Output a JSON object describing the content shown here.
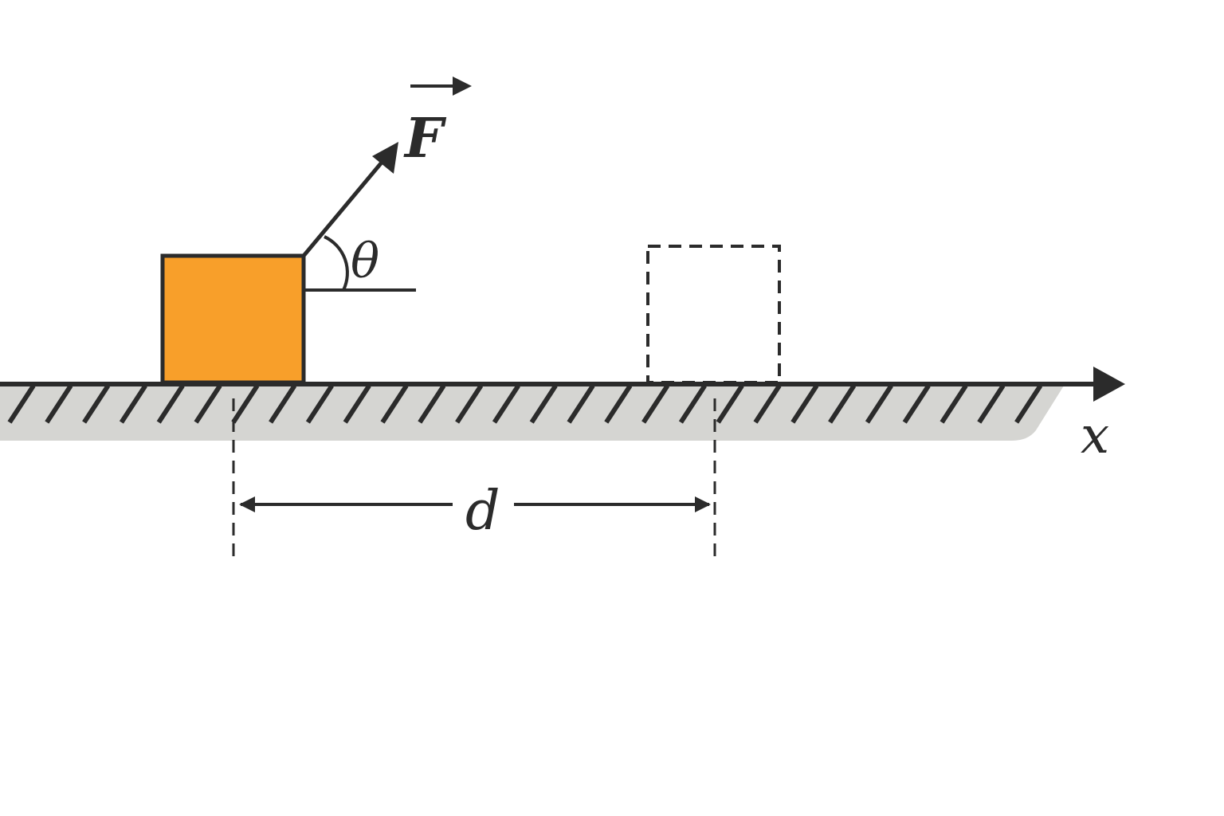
{
  "labels": {
    "force": "F",
    "angle": "θ",
    "distance": "d",
    "axis": "x"
  },
  "colors": {
    "block": "#F89F2A",
    "ink": "#2b2b2b",
    "ground": "#D5D5D2"
  }
}
